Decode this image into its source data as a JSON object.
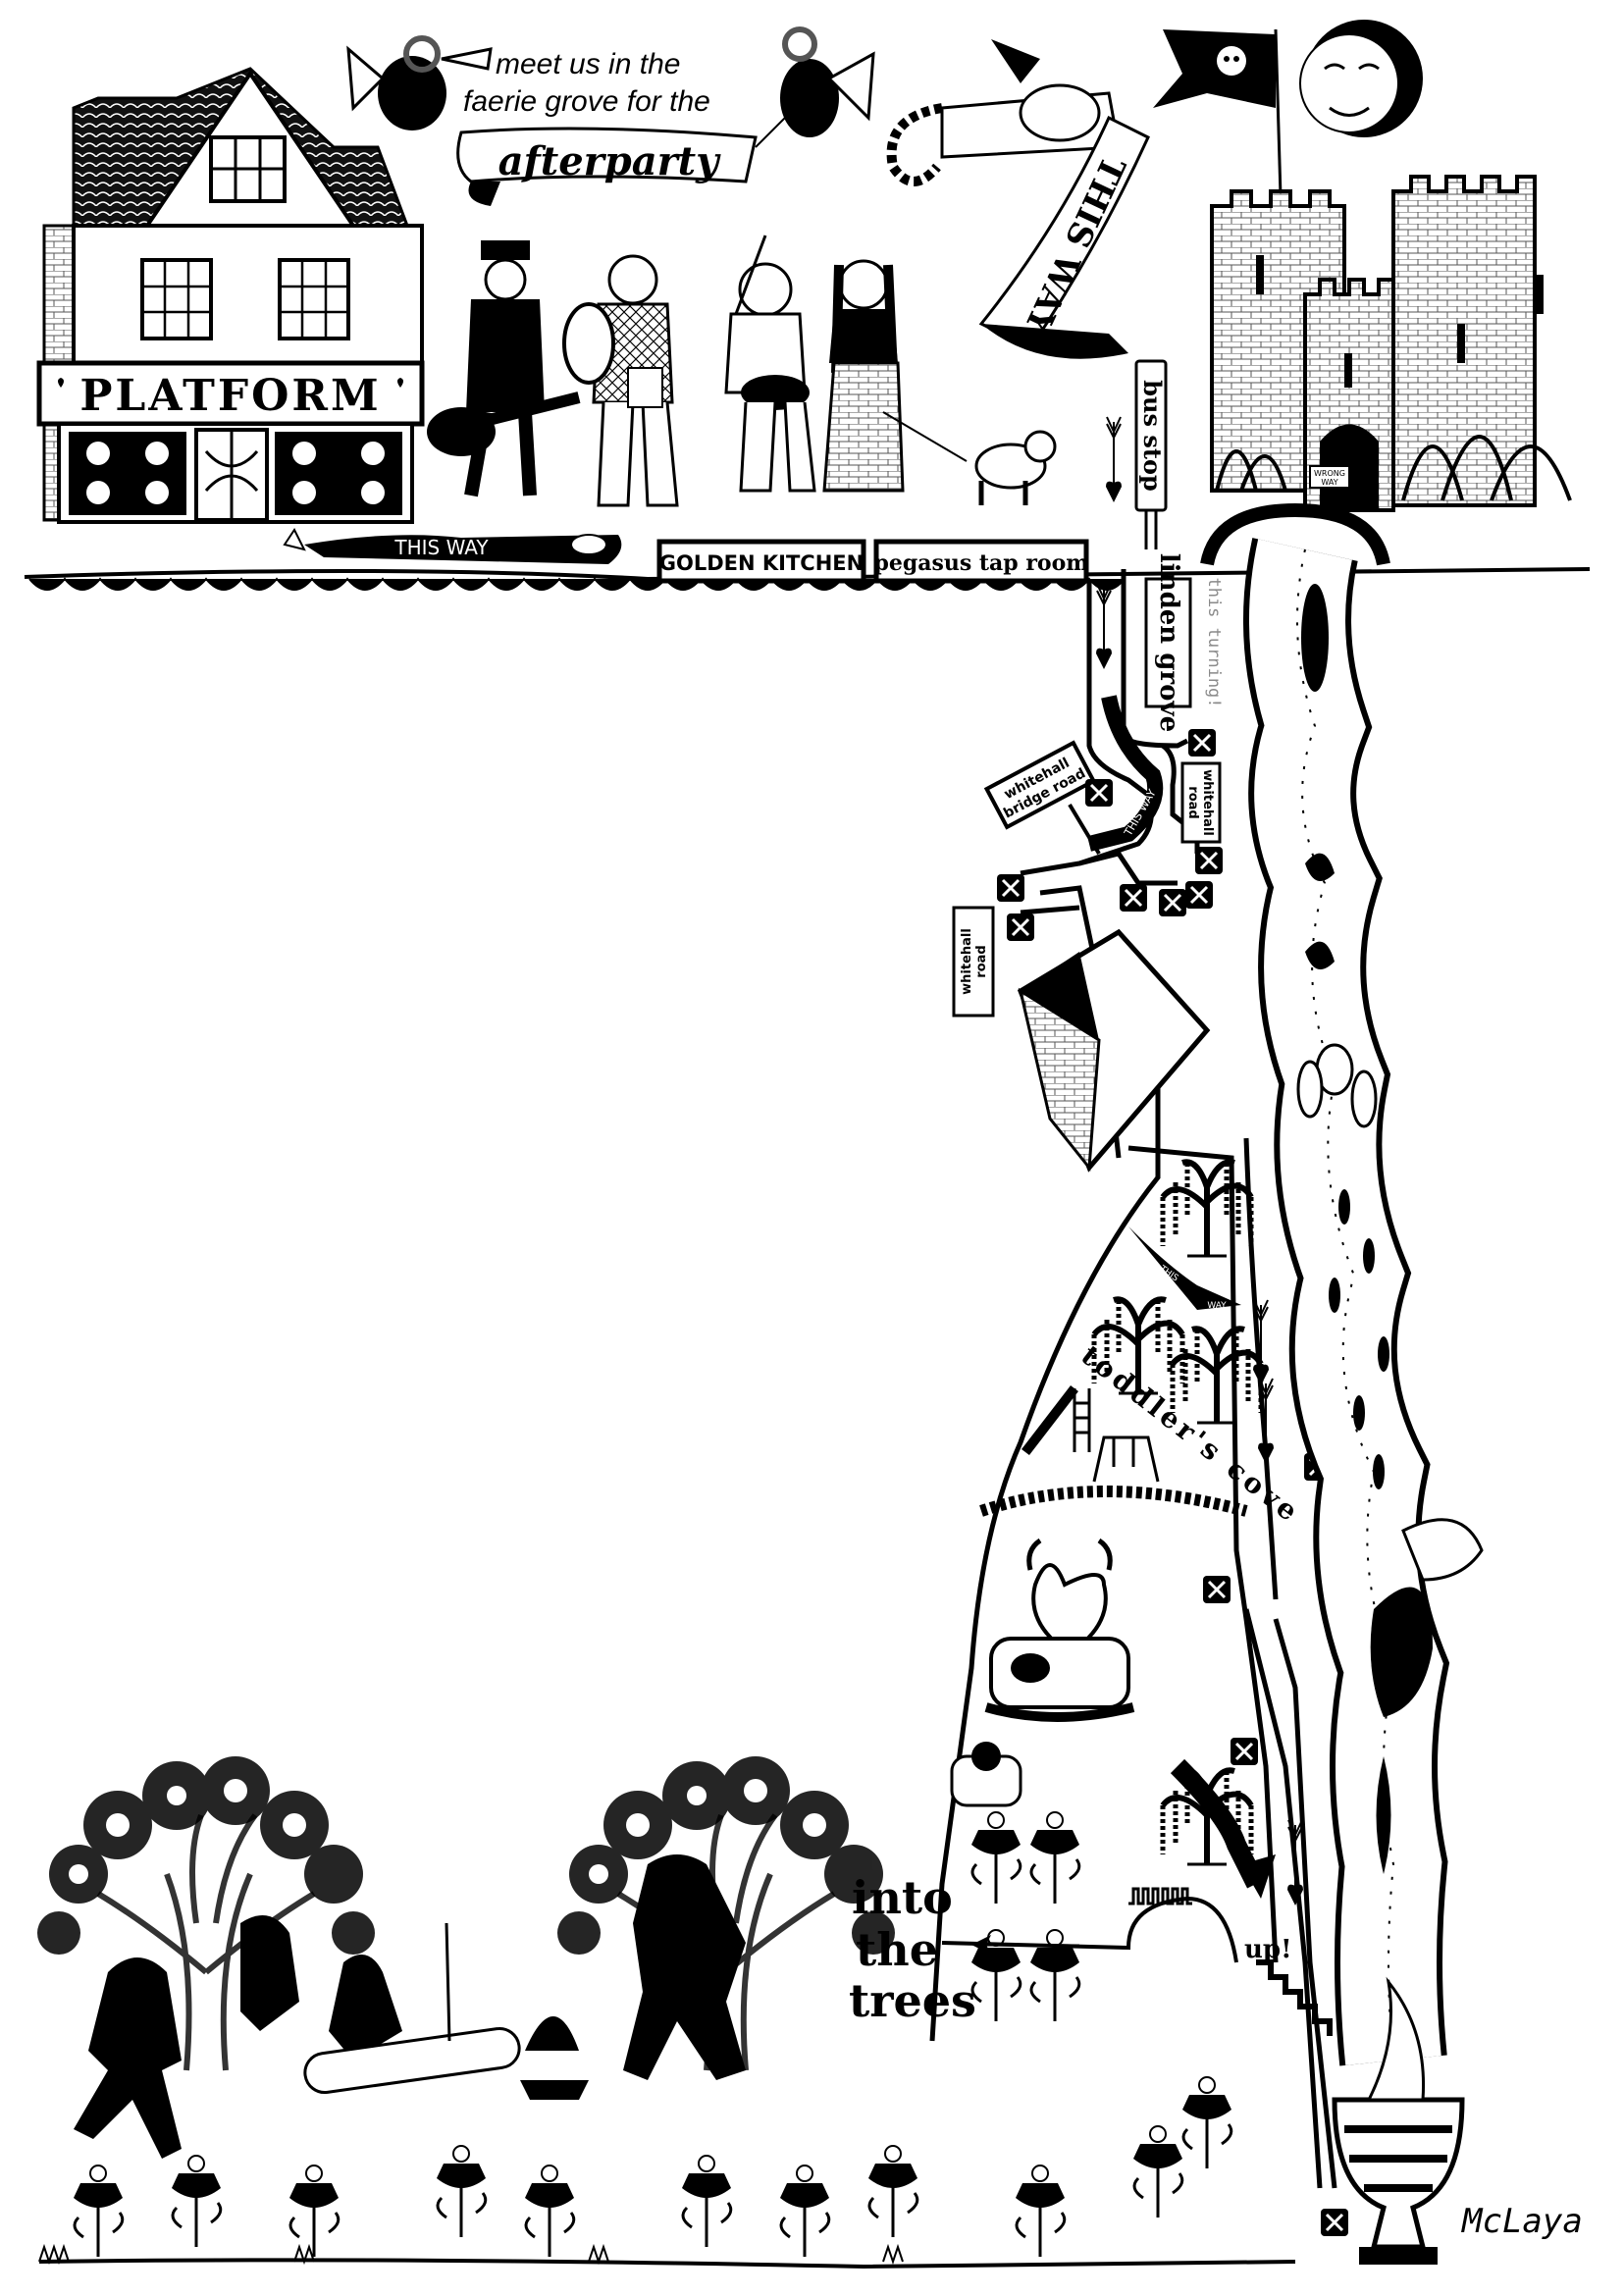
{
  "invitation": {
    "line1": "meet us in the",
    "line2": "faerie grove for the",
    "ribbon": "afterparty"
  },
  "scroll_sign": "THIS WAY",
  "shop_sign": "PLATFORM",
  "dragon_banner": "THIS WAY",
  "venues": [
    "GOLDEN KITCHEN",
    "pegasus tap room"
  ],
  "bus_stop": "bus stop",
  "wrong_way": {
    "line1": "WRONG",
    "line2": "WAY"
  },
  "linden_grove": "linden grove",
  "this_turning": "this turning!",
  "snake_banner": "THIS WAY",
  "whitehall_bridge_road": {
    "line1": "whitehall",
    "line2": "bridge road"
  },
  "whitehall_road_right": {
    "line1": "whitehall",
    "line2": "road"
  },
  "whitehall_road_left": {
    "line1": "whitehall",
    "line2": "road"
  },
  "fish_banner": {
    "line1": "THIS",
    "line2": "WAY"
  },
  "toddlers_cove": "toddler's cove",
  "into_the_trees": {
    "line1": "into",
    "line2": "the",
    "line3": "trees"
  },
  "up": "up!",
  "signature": "McLaya",
  "colors": {
    "ink": "#000000",
    "paper": "#ffffff",
    "grey": "#8a8a8a"
  },
  "icons": [
    "house-icon",
    "castle-icon",
    "skull-flag-icon",
    "crescent-moon-icon",
    "arrow-icon",
    "x-marker-icon",
    "willow-tree-icon",
    "slide-icon",
    "swing-icon",
    "cow-icon",
    "swan-icon",
    "urn-icon",
    "campfire-icon",
    "oak-tree-icon"
  ]
}
